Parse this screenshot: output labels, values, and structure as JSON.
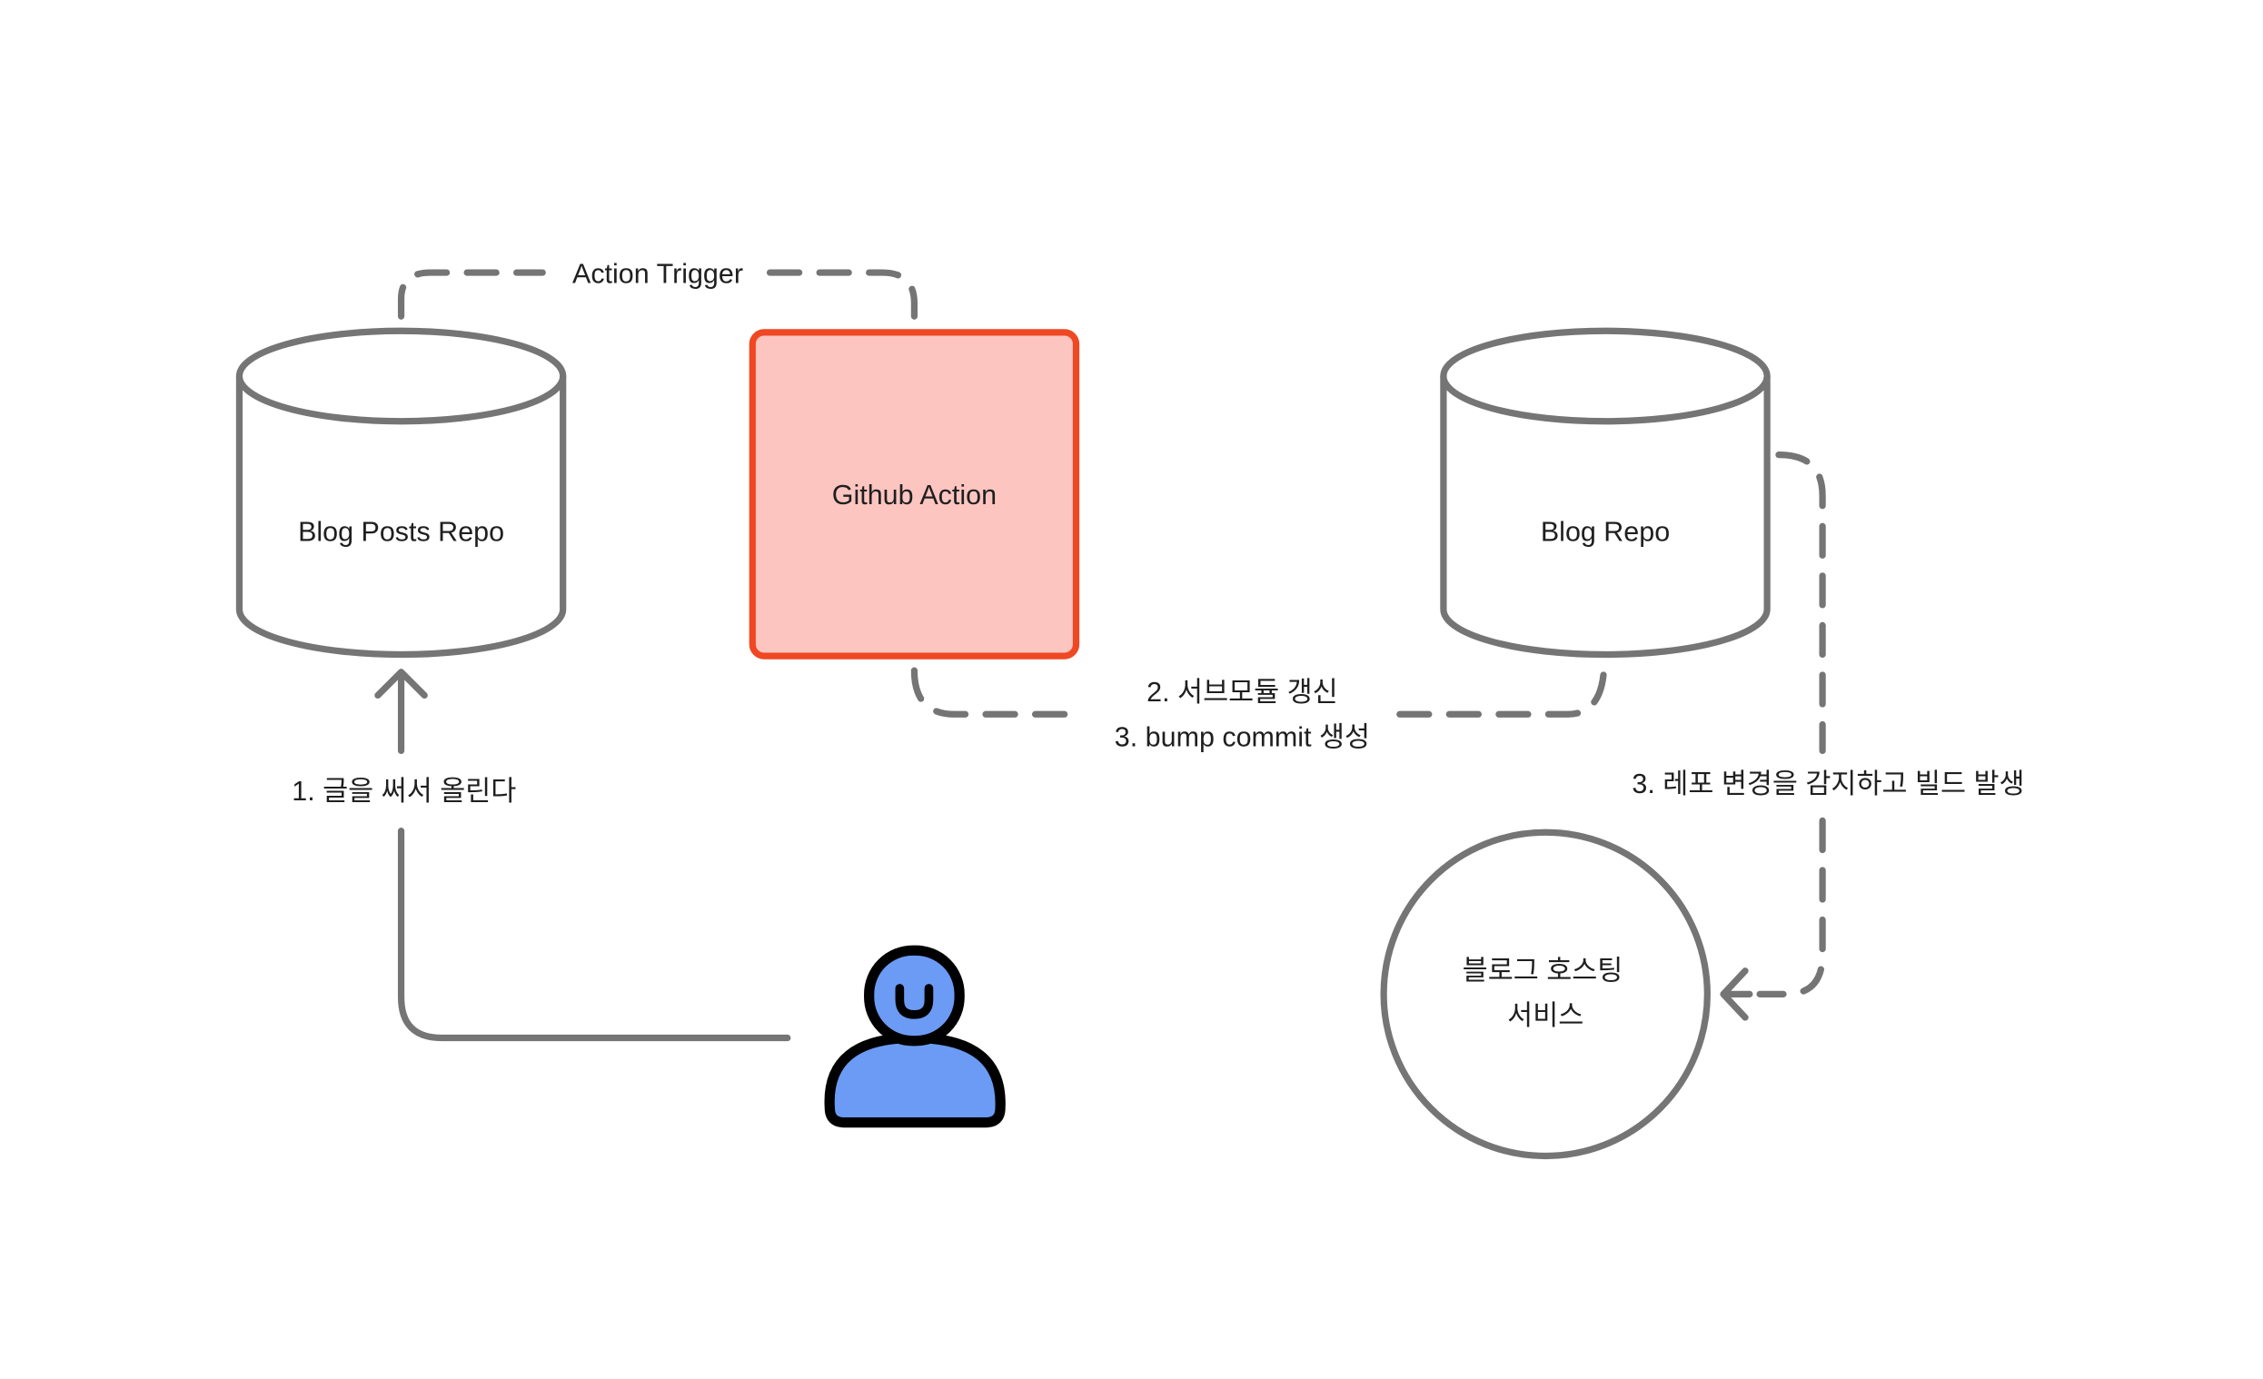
{
  "nodes": {
    "blog_posts_repo": {
      "label": "Blog Posts Repo",
      "shape": "cylinder"
    },
    "github_action": {
      "label": "Github Action",
      "shape": "rectangle",
      "fill": "#fdc5c0",
      "border": "#ef4823"
    },
    "blog_repo": {
      "label": "Blog Repo",
      "shape": "cylinder"
    },
    "hosting_service": {
      "label_line1": "블로그 호스팅",
      "label_line2": "서비스",
      "shape": "circle"
    },
    "user": {
      "icon": "person-icon",
      "fill": "#6b9bf5"
    }
  },
  "edges": {
    "trigger": {
      "label": "Action Trigger"
    },
    "submodule": {
      "label_line1": "2. 서브모듈 갱신",
      "label_line2": "3. bump commit 생성"
    },
    "build": {
      "label": "3. 레포 변경을 감지하고 빌드 발생"
    },
    "upload": {
      "label": "1. 글을 써서 올린다"
    }
  },
  "colors": {
    "line": "#757575",
    "text": "#1f1f1f"
  }
}
